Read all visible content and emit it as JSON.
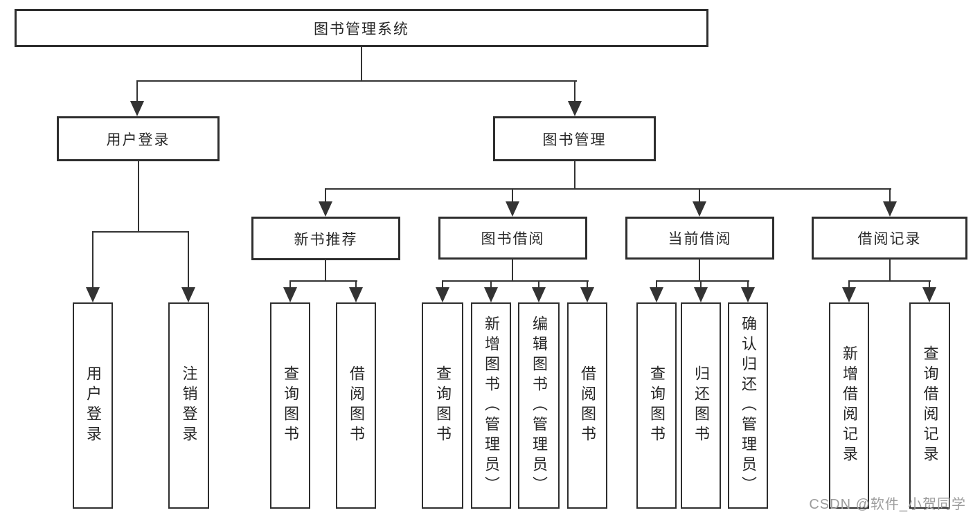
{
  "diagram_title": "图书管理系统",
  "colors": {
    "line": "#333333",
    "box_border": "#2e2e2e",
    "text": "#262626",
    "watermark": "#9c9c9c",
    "background": "#ffffff"
  },
  "tree": {
    "label": "图书管理系统",
    "children": [
      {
        "label": "用户登录",
        "children": [
          {
            "label": "用户登录"
          },
          {
            "label": "注销登录"
          }
        ]
      },
      {
        "label": "图书管理",
        "children": [
          {
            "label": "新书推荐",
            "children": [
              {
                "label": "查询图书"
              },
              {
                "label": "借阅图书"
              }
            ]
          },
          {
            "label": "图书借阅",
            "children": [
              {
                "label": "查询图书"
              },
              {
                "label": "新增图书（管理员）"
              },
              {
                "label": "编辑图书（管理员）"
              },
              {
                "label": "借阅图书"
              }
            ]
          },
          {
            "label": "当前借阅",
            "children": [
              {
                "label": "查询图书"
              },
              {
                "label": "归还图书"
              },
              {
                "label": "确认归还（管理员）"
              }
            ]
          },
          {
            "label": "借阅记录",
            "children": [
              {
                "label": "新增借阅记录"
              },
              {
                "label": "查询借阅记录"
              }
            ]
          }
        ]
      }
    ]
  },
  "watermark": {
    "text": "CSDN @软件_小贺同学"
  }
}
